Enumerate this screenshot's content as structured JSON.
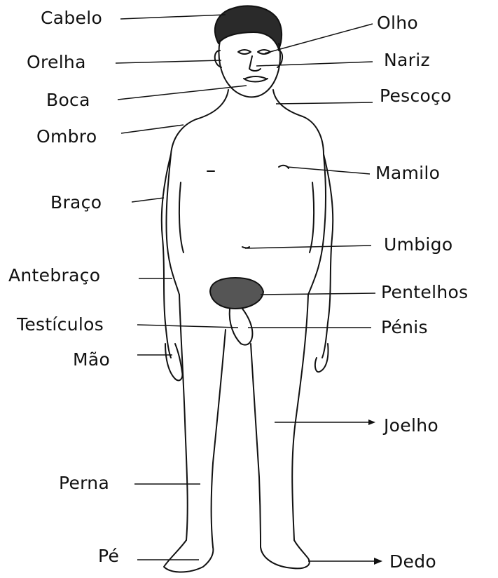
{
  "diagram": {
    "labels_left": [
      {
        "id": "cabelo",
        "text": "Cabelo"
      },
      {
        "id": "orelha",
        "text": "Orelha"
      },
      {
        "id": "boca",
        "text": "Boca"
      },
      {
        "id": "ombro",
        "text": "Ombro"
      },
      {
        "id": "braco",
        "text": "Braço"
      },
      {
        "id": "antebraco",
        "text": "Antebraço"
      },
      {
        "id": "testiculos",
        "text": "Testículos"
      },
      {
        "id": "mao",
        "text": "Mão"
      },
      {
        "id": "perna",
        "text": "Perna"
      },
      {
        "id": "pe",
        "text": "Pé"
      }
    ],
    "labels_right": [
      {
        "id": "olho",
        "text": "Olho"
      },
      {
        "id": "nariz",
        "text": "Nariz"
      },
      {
        "id": "pescoco",
        "text": "Pescoço"
      },
      {
        "id": "mamilo",
        "text": "Mamilo"
      },
      {
        "id": "umbigo",
        "text": "Umbigo"
      },
      {
        "id": "pentelhos",
        "text": "Pentelhos"
      },
      {
        "id": "penis",
        "text": "Pénis"
      },
      {
        "id": "joelho",
        "text": "Joelho"
      },
      {
        "id": "dedo",
        "text": "Dedo"
      }
    ],
    "colors": {
      "ink": "#111111",
      "paper": "#ffffff",
      "hair": "#2a2a2a"
    }
  }
}
